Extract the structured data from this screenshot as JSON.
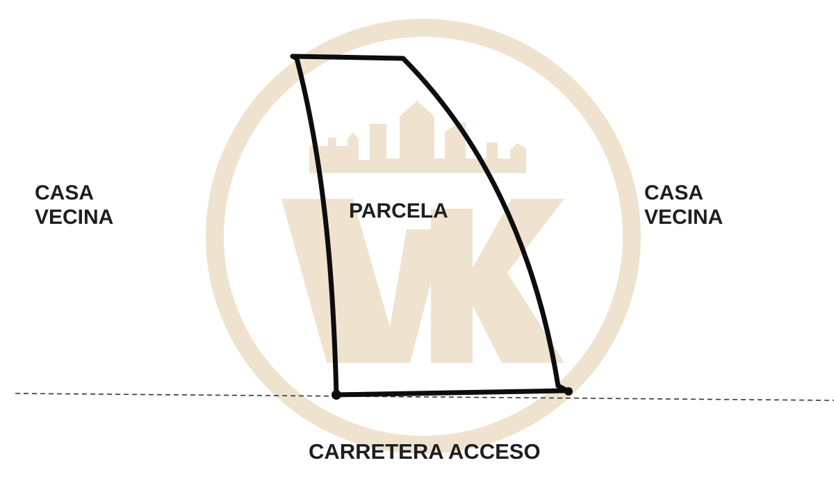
{
  "labels": {
    "left_neighbor": [
      "CASA",
      "VECINA"
    ],
    "right_neighbor": [
      "CASA",
      "VECINA"
    ],
    "plot": "PARCELA",
    "road": "CARRETERA ACCESO"
  },
  "watermark": {
    "text": "VK",
    "color": "#efe3cf"
  },
  "colors": {
    "outline": "#0d0d0d",
    "road_line": "#333333",
    "text": "#1e1e1e",
    "background": "#ffffff"
  }
}
